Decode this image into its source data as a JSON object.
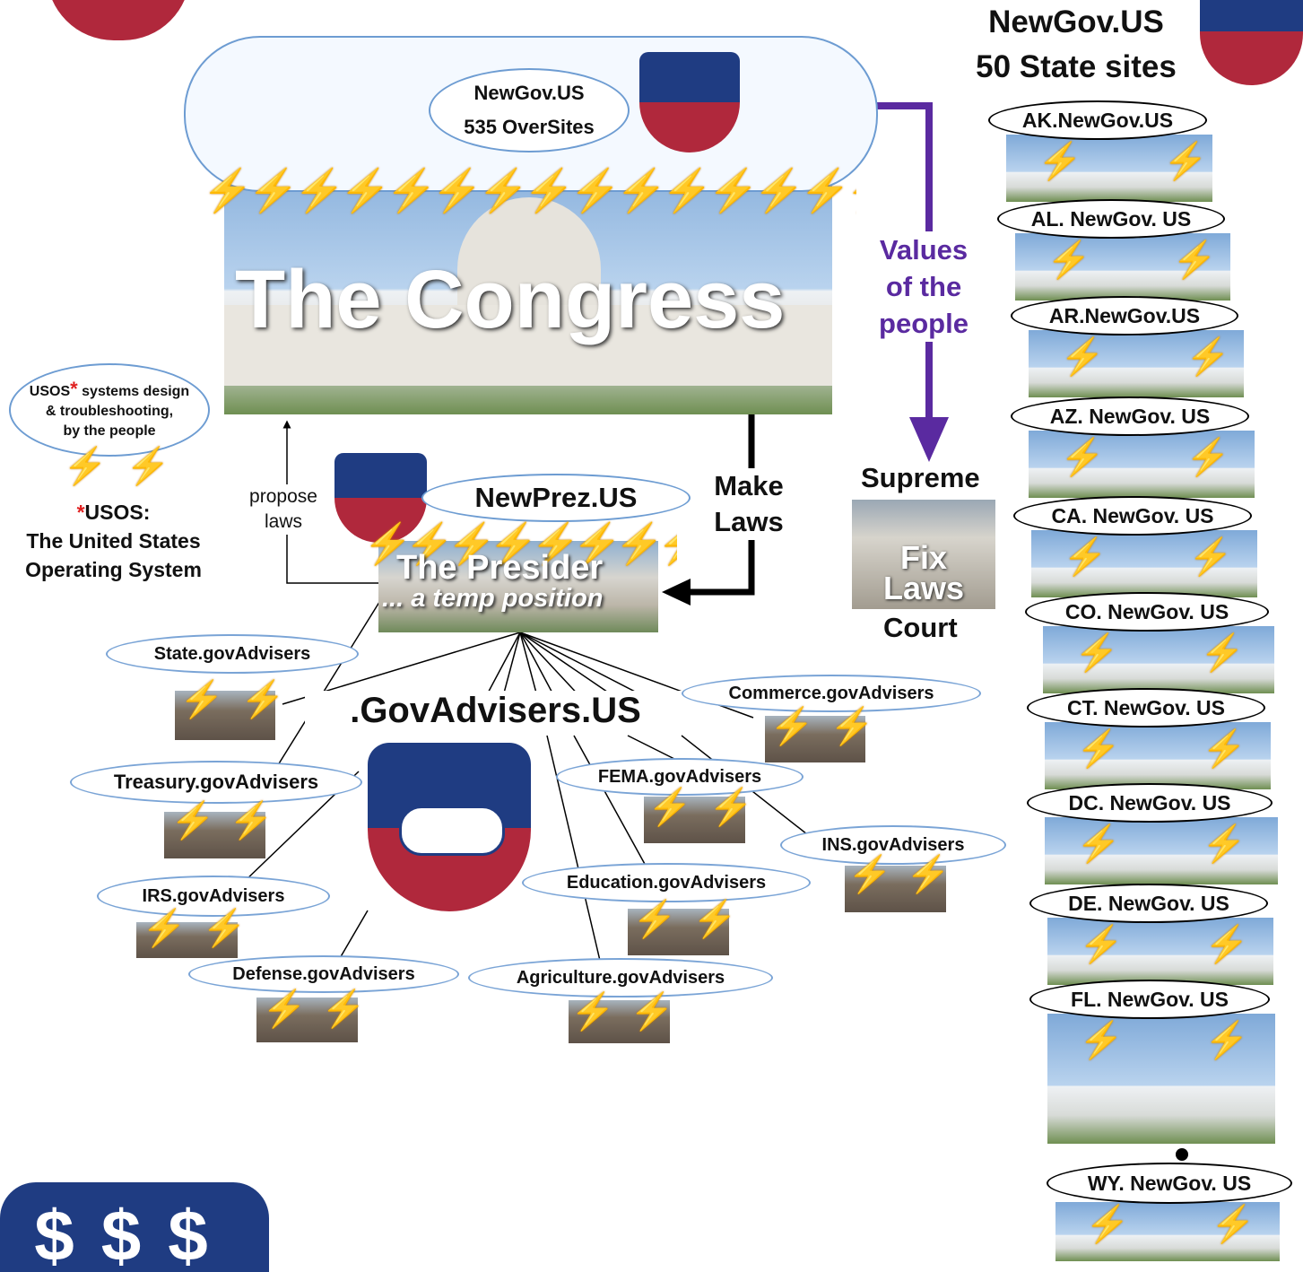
{
  "congress": {
    "title": "The Congress",
    "oversites_line1": "NewGov.US",
    "oversites_line2": "535 OverSites"
  },
  "values_label": [
    "Values",
    "of the",
    "people"
  ],
  "supreme": {
    "top": "Supreme",
    "middle": "Fix Laws",
    "bottom": "Court"
  },
  "usos": {
    "cloud_prefix": "USOS",
    "cloud_line1_rest": " systems design",
    "cloud_line2": "& troubleshooting,",
    "cloud_line3": "by the people",
    "asterisk": "*",
    "def_line1": "USOS:",
    "def_line2": "The United States",
    "def_line3": "Operating System"
  },
  "president": {
    "propose": [
      "propose",
      "laws"
    ],
    "newprez": "NewPrez.US",
    "make_laws": [
      "Make",
      "Laws"
    ],
    "title": "The Presider",
    "subtitle": "... a temp position"
  },
  "advisers": {
    "hub": ".GovAdvisers.US",
    "items": [
      "State.govAdvisers",
      "Commerce.govAdvisers",
      "Treasury.govAdvisers",
      "FEMA.govAdvisers",
      "INS.govAdvisers",
      "IRS.govAdvisers",
      "Education.govAdvisers",
      "Defense.govAdvisers",
      "Agriculture.govAdvisers"
    ]
  },
  "states": {
    "header_line1": "NewGov.US",
    "header_line2": "50 State sites",
    "sites": [
      "AK.NewGov.US",
      "AL. NewGov. US",
      "AR.NewGov.US",
      "AZ. NewGov. US",
      "CA. NewGov. US",
      "CO. NewGov. US",
      "CT. NewGov. US",
      "DC. NewGov. US",
      "DE. NewGov. US",
      "FL. NewGov. US"
    ],
    "last_site": "WY. NewGov. US"
  },
  "colors": {
    "navy": "#1f3c82",
    "red": "#b0283c",
    "purple": "#5a2aa0",
    "bolt": "#f2d200"
  },
  "icons": [
    "newgov-shield-icon",
    "whitehouse-shield-icon",
    "handshake-shield-icon",
    "dollar-shield-icon",
    "lightning-bolt-icon"
  ]
}
